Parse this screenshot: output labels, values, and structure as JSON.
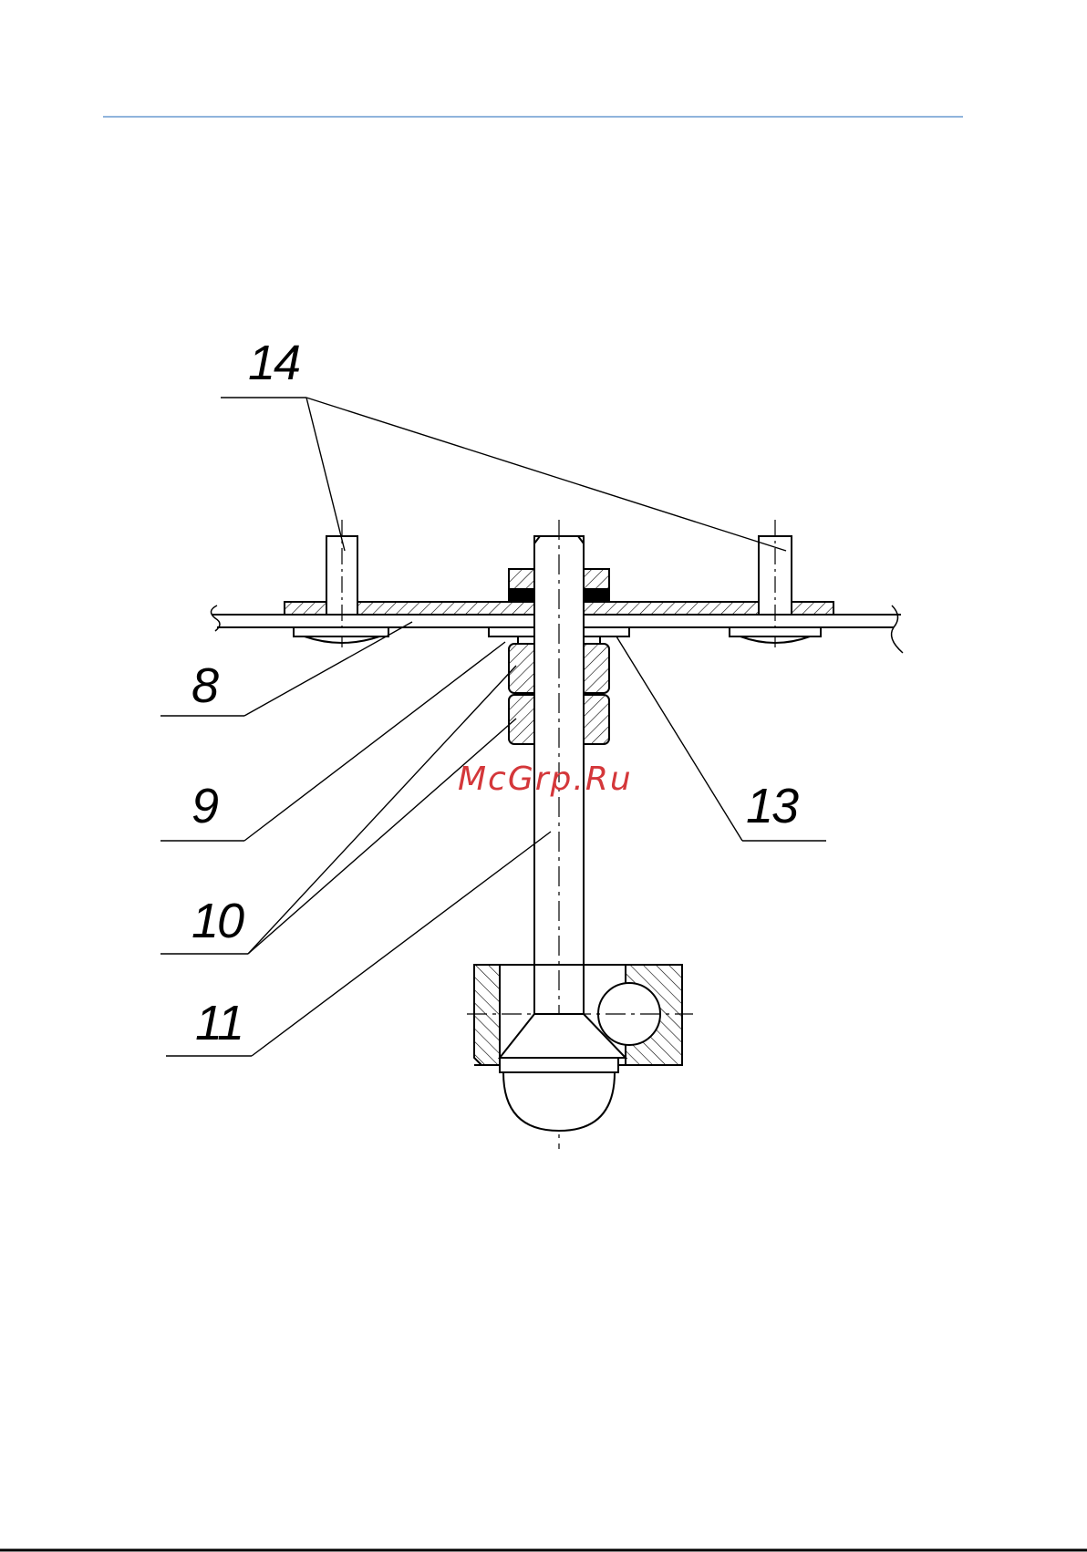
{
  "page": {
    "header_rule_color": "#6c9bd0",
    "footer_rule_color": "#000000"
  },
  "drawing": {
    "callouts": [
      {
        "id": "label-14",
        "text": "14"
      },
      {
        "id": "label-8",
        "text": "8"
      },
      {
        "id": "label-9",
        "text": "9"
      },
      {
        "id": "label-10",
        "text": "10"
      },
      {
        "id": "label-11",
        "text": "11"
      },
      {
        "id": "label-13",
        "text": "13"
      }
    ]
  },
  "watermark": {
    "text": "McGrp.Ru",
    "color": "#d4373a"
  }
}
